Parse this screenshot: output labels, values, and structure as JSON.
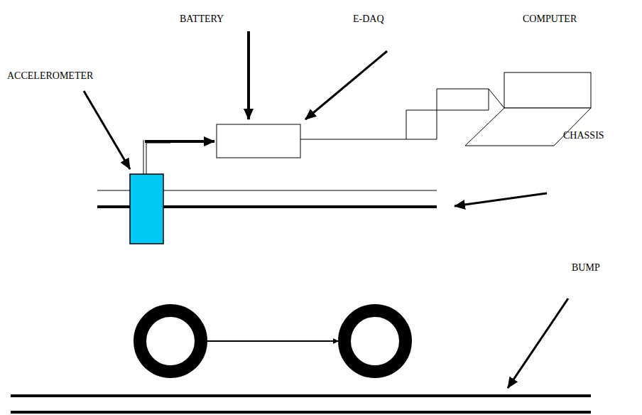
{
  "diagram": {
    "labels": [
      "BATTERY",
      "E-DAQ",
      "COMPUTER",
      "ACCELEROMETER",
      "CHASSIS",
      "BUMP"
    ]
  }
}
